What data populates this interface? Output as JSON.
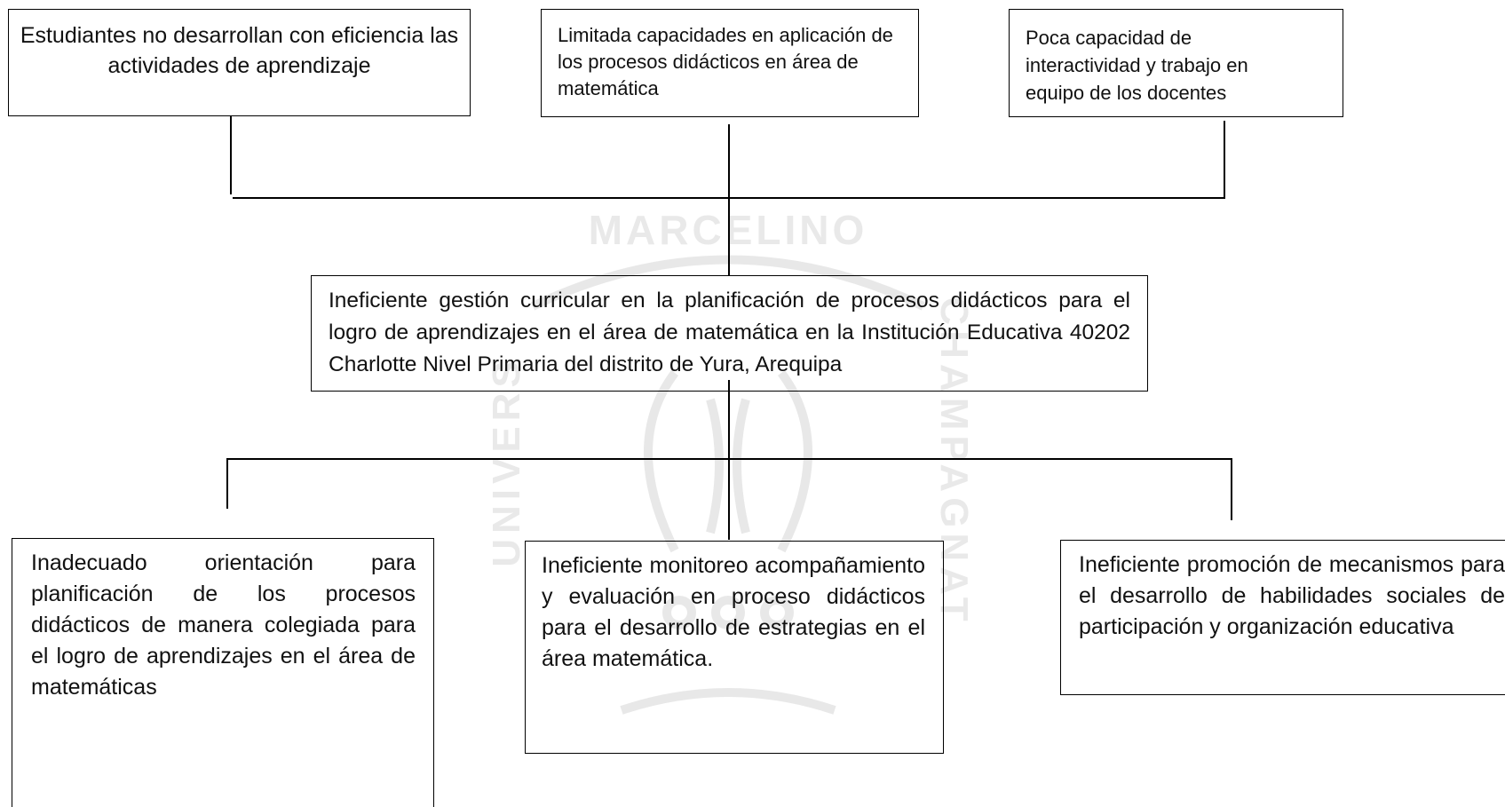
{
  "watermark": {
    "text": "MARCELINO",
    "left_text": "UNIVERS",
    "right_text": "CHAMPAGNAT"
  },
  "effects": [
    "Estudiantes no desarrollan con eficiencia las actividades de aprendizaje",
    "Limitada capacidades en aplicación de los procesos didácticos en área de matemática",
    "Poca capacidad de interactividad y  trabajo en equipo de los docentes"
  ],
  "problem": "Ineficiente gestión  curricular en la planificación de procesos didácticos para el logro de aprendizajes en el área de matemática  en la Institución Educativa 40202 Charlotte Nivel Primaria del distrito de Yura, Arequipa",
  "causes": [
    "Inadecuado orientación para planificación de los procesos didácticos de manera colegiada para el logro de aprendizajes  en el área de matemáticas",
    "Ineficiente monitoreo acompañamiento y evaluación en proceso didácticos para el desarrollo de estrategias en el área matemática.",
    "Ineficiente promoción de mecanismos para el desarrollo de habilidades sociales de participación y organización  educativa"
  ]
}
